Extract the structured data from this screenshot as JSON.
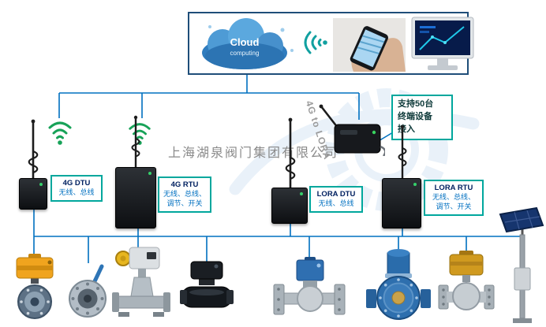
{
  "company_watermark": "上海湖泉阀门集团有限公司",
  "colors": {
    "line": "#0070c0",
    "accent": "#00a79d",
    "title": "#002060",
    "desc": "#0070c0",
    "note": "#0e3a3a",
    "wm": "#8a8a8a",
    "gw": "#9b9b9b"
  },
  "banner": {
    "cloud_title": "Cloud",
    "cloud_subtitle": "computing",
    "icons": [
      "cloud-computing",
      "wifi-signal",
      "hand-holding-phone",
      "desktop-monitor"
    ]
  },
  "notes": {
    "gateway": "4G to LORA",
    "capacity": [
      "支持50台",
      "终端设备",
      "接入"
    ]
  },
  "modules": [
    {
      "name": "4G DTU",
      "desc1": "无线、总线",
      "desc2": ""
    },
    {
      "name": "4G RTU",
      "desc1": "无线、总线、",
      "desc2": "调节、开关"
    },
    {
      "name": "LORA DTU",
      "desc1": "无线、总线",
      "desc2": ""
    },
    {
      "name": "LORA RTU",
      "desc1": "无线、总线、",
      "desc2": "调节、开关"
    }
  ],
  "products": [
    "electric-butterfly-valve",
    "lever-butterfly-valve",
    "electric-gate-valve",
    "black-ball-valve",
    "flanged-electric-ball-valve",
    "electric-globe-valve",
    "electric-ball-valve-amber",
    "solar-power-pole"
  ]
}
